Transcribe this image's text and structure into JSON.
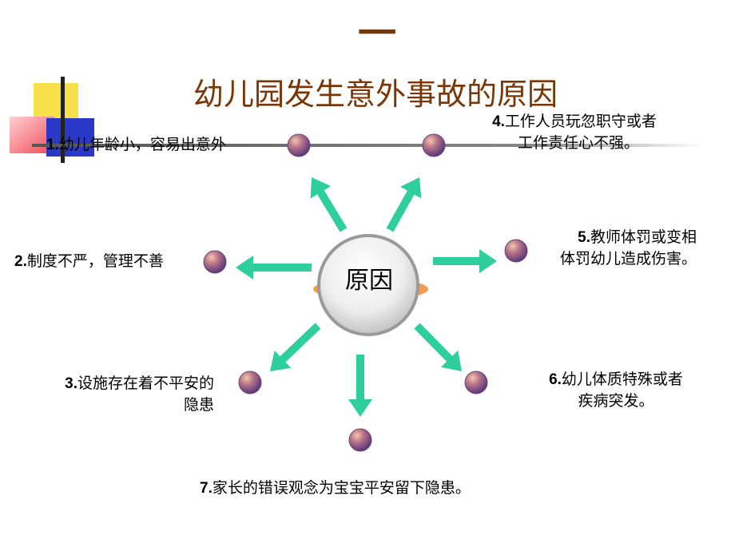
{
  "slide": {
    "title_mark": "一",
    "title": "幼儿园发生意外事故的原因",
    "center_label": "原因"
  },
  "causes": [
    {
      "num": "1.",
      "text": "幼儿年龄小，容易出意外"
    },
    {
      "num": "2.",
      "text": "制度不严，管理不善"
    },
    {
      "num": "3.",
      "text": "设施存在着不平安的",
      "text2": "隐患"
    },
    {
      "num": "4.",
      "text": "工作人员玩忽职守或者",
      "text2": "工作责任心不强。"
    },
    {
      "num": "5.",
      "text": "教师体罚或变相",
      "text2": "体罚幼儿造成伤害。"
    },
    {
      "num": "6.",
      "text": "幼儿体质特殊或者",
      "text2": "疾病突发。"
    },
    {
      "num": "7.",
      "text": "家长的错误观念为宝宝平安留下隐患。"
    }
  ],
  "colors": {
    "title": "#7a3606",
    "arrow": "#2ecf9c",
    "dot": "#8a5a8a",
    "deco_yellow": "#f8e04a",
    "deco_red": "#f04a57",
    "deco_blue": "#2a38c8"
  }
}
